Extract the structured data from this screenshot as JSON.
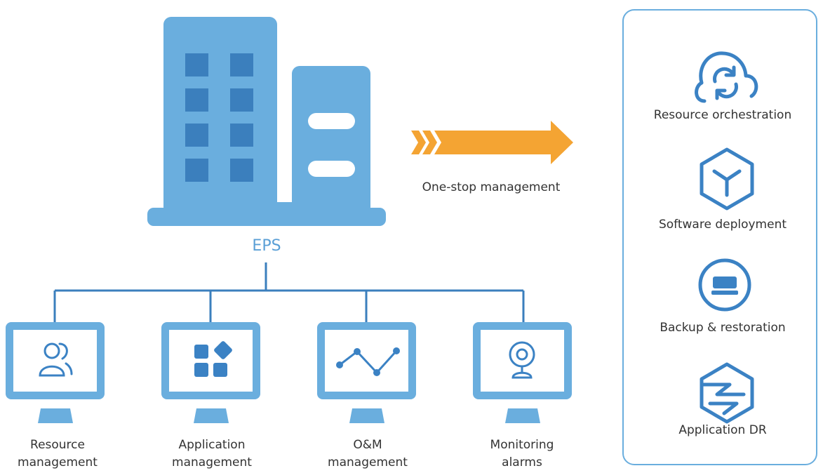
{
  "colors": {
    "building": "#6aaede",
    "window": "#3b7fbd",
    "accent": "#5a9fd6",
    "icon": "#3b82c4",
    "arrow": "#f4a433",
    "panel_border": "#6aaede",
    "text": "#333333"
  },
  "main": {
    "building_label": "EPS",
    "arrow_label": "One-stop management"
  },
  "monitors": [
    {
      "icon": "users-icon",
      "label_line1": "Resource",
      "label_line2": "management"
    },
    {
      "icon": "apps-grid-icon",
      "label_line1": "Application",
      "label_line2": "management"
    },
    {
      "icon": "line-trend-icon",
      "label_line1": "O&M",
      "label_line2": "management"
    },
    {
      "icon": "webcam-icon",
      "label_line1": "Monitoring",
      "label_line2": "alarms"
    }
  ],
  "panel": {
    "items": [
      {
        "icon": "cloud-sync-icon",
        "label": "Resource orchestration"
      },
      {
        "icon": "package-cube-icon",
        "label": "Software deployment"
      },
      {
        "icon": "disk-drive-icon",
        "label": "Backup & restoration"
      },
      {
        "icon": "dr-link-icon",
        "label": "Application DR"
      }
    ]
  }
}
